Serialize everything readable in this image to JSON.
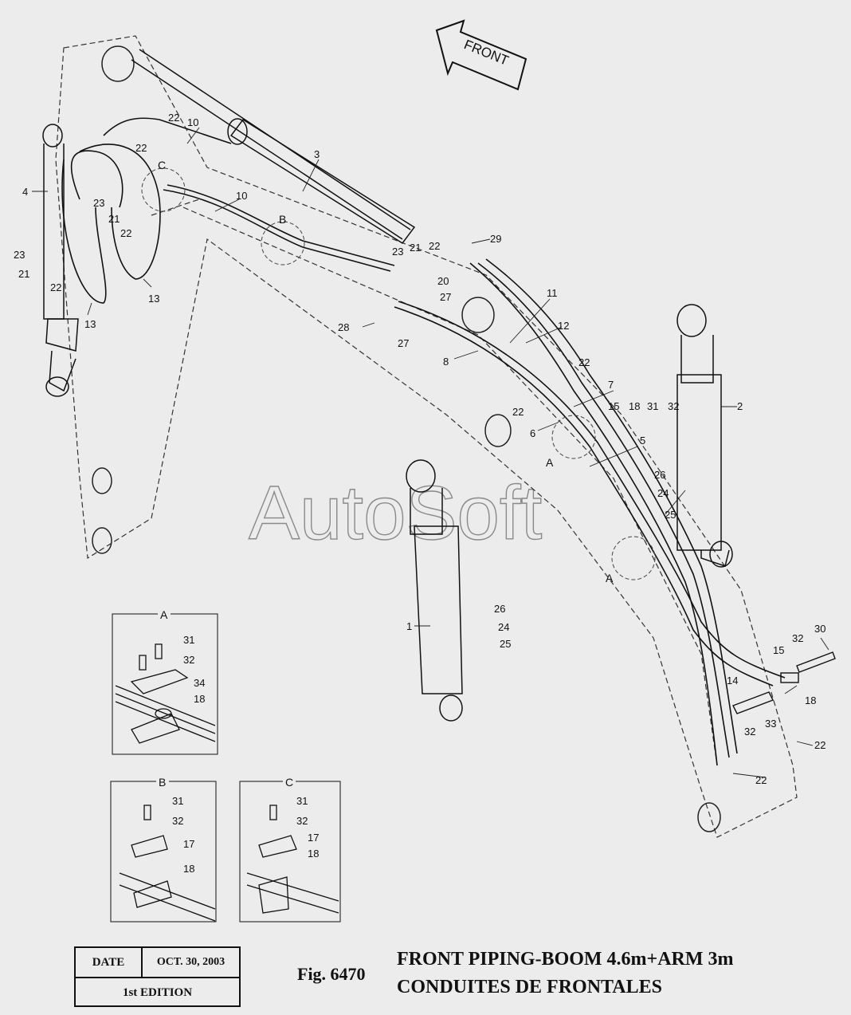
{
  "drawing": {
    "front_label": "FRONT",
    "watermark": "AutoSoft",
    "detail_markers": [
      "A",
      "A",
      "B",
      "C"
    ],
    "callouts": [
      {
        "id": "c1",
        "text": "1"
      },
      {
        "id": "c2",
        "text": "2"
      },
      {
        "id": "c3",
        "text": "3"
      },
      {
        "id": "c4",
        "text": "4"
      },
      {
        "id": "c5",
        "text": "5"
      },
      {
        "id": "c6",
        "text": "6"
      },
      {
        "id": "c7",
        "text": "7"
      },
      {
        "id": "c8",
        "text": "8"
      },
      {
        "id": "c10a",
        "text": "10"
      },
      {
        "id": "c10b",
        "text": "10"
      },
      {
        "id": "c11",
        "text": "11"
      },
      {
        "id": "c12",
        "text": "12"
      },
      {
        "id": "c13a",
        "text": "13"
      },
      {
        "id": "c13b",
        "text": "13"
      },
      {
        "id": "c14",
        "text": "14"
      },
      {
        "id": "c15a",
        "text": "15"
      },
      {
        "id": "c15b",
        "text": "15"
      },
      {
        "id": "c18a",
        "text": "18"
      },
      {
        "id": "c18b",
        "text": "18"
      },
      {
        "id": "c20",
        "text": "20"
      },
      {
        "id": "c21a",
        "text": "21"
      },
      {
        "id": "c21b",
        "text": "21"
      },
      {
        "id": "c21c",
        "text": "21"
      },
      {
        "id": "c22a",
        "text": "22"
      },
      {
        "id": "c22b",
        "text": "22"
      },
      {
        "id": "c22c",
        "text": "22"
      },
      {
        "id": "c22d",
        "text": "22"
      },
      {
        "id": "c22e",
        "text": "22"
      },
      {
        "id": "c22f",
        "text": "22"
      },
      {
        "id": "c22g",
        "text": "22"
      },
      {
        "id": "c22h",
        "text": "22"
      },
      {
        "id": "c22i",
        "text": "22"
      },
      {
        "id": "c23a",
        "text": "23"
      },
      {
        "id": "c23b",
        "text": "23"
      },
      {
        "id": "c23c",
        "text": "23"
      },
      {
        "id": "c24a",
        "text": "24"
      },
      {
        "id": "c24b",
        "text": "24"
      },
      {
        "id": "c25a",
        "text": "25"
      },
      {
        "id": "c25b",
        "text": "25"
      },
      {
        "id": "c26a",
        "text": "26"
      },
      {
        "id": "c26b",
        "text": "26"
      },
      {
        "id": "c27a",
        "text": "27"
      },
      {
        "id": "c27b",
        "text": "27"
      },
      {
        "id": "c28",
        "text": "28"
      },
      {
        "id": "c29",
        "text": "29"
      },
      {
        "id": "c30",
        "text": "30"
      },
      {
        "id": "c31",
        "text": "31"
      },
      {
        "id": "c32a",
        "text": "32"
      },
      {
        "id": "c32b",
        "text": "32"
      },
      {
        "id": "c32c",
        "text": "32"
      },
      {
        "id": "c33",
        "text": "33"
      }
    ]
  },
  "insets": {
    "a": {
      "title": "A",
      "labels": [
        "31",
        "32",
        "34",
        "18"
      ]
    },
    "b": {
      "title": "B",
      "labels": [
        "31",
        "32",
        "17",
        "18"
      ]
    },
    "c": {
      "title": "C",
      "labels": [
        "31",
        "32",
        "17",
        "18"
      ]
    }
  },
  "title_block": {
    "date_label": "DATE",
    "date_value": "OCT. 30, 2003",
    "edition": "1st EDITION"
  },
  "figure": {
    "number": "Fig. 6470",
    "title_line1": "FRONT PIPING-BOOM 4.6m+ARM 3m",
    "title_line2": "CONDUITES DE FRONTALES"
  }
}
